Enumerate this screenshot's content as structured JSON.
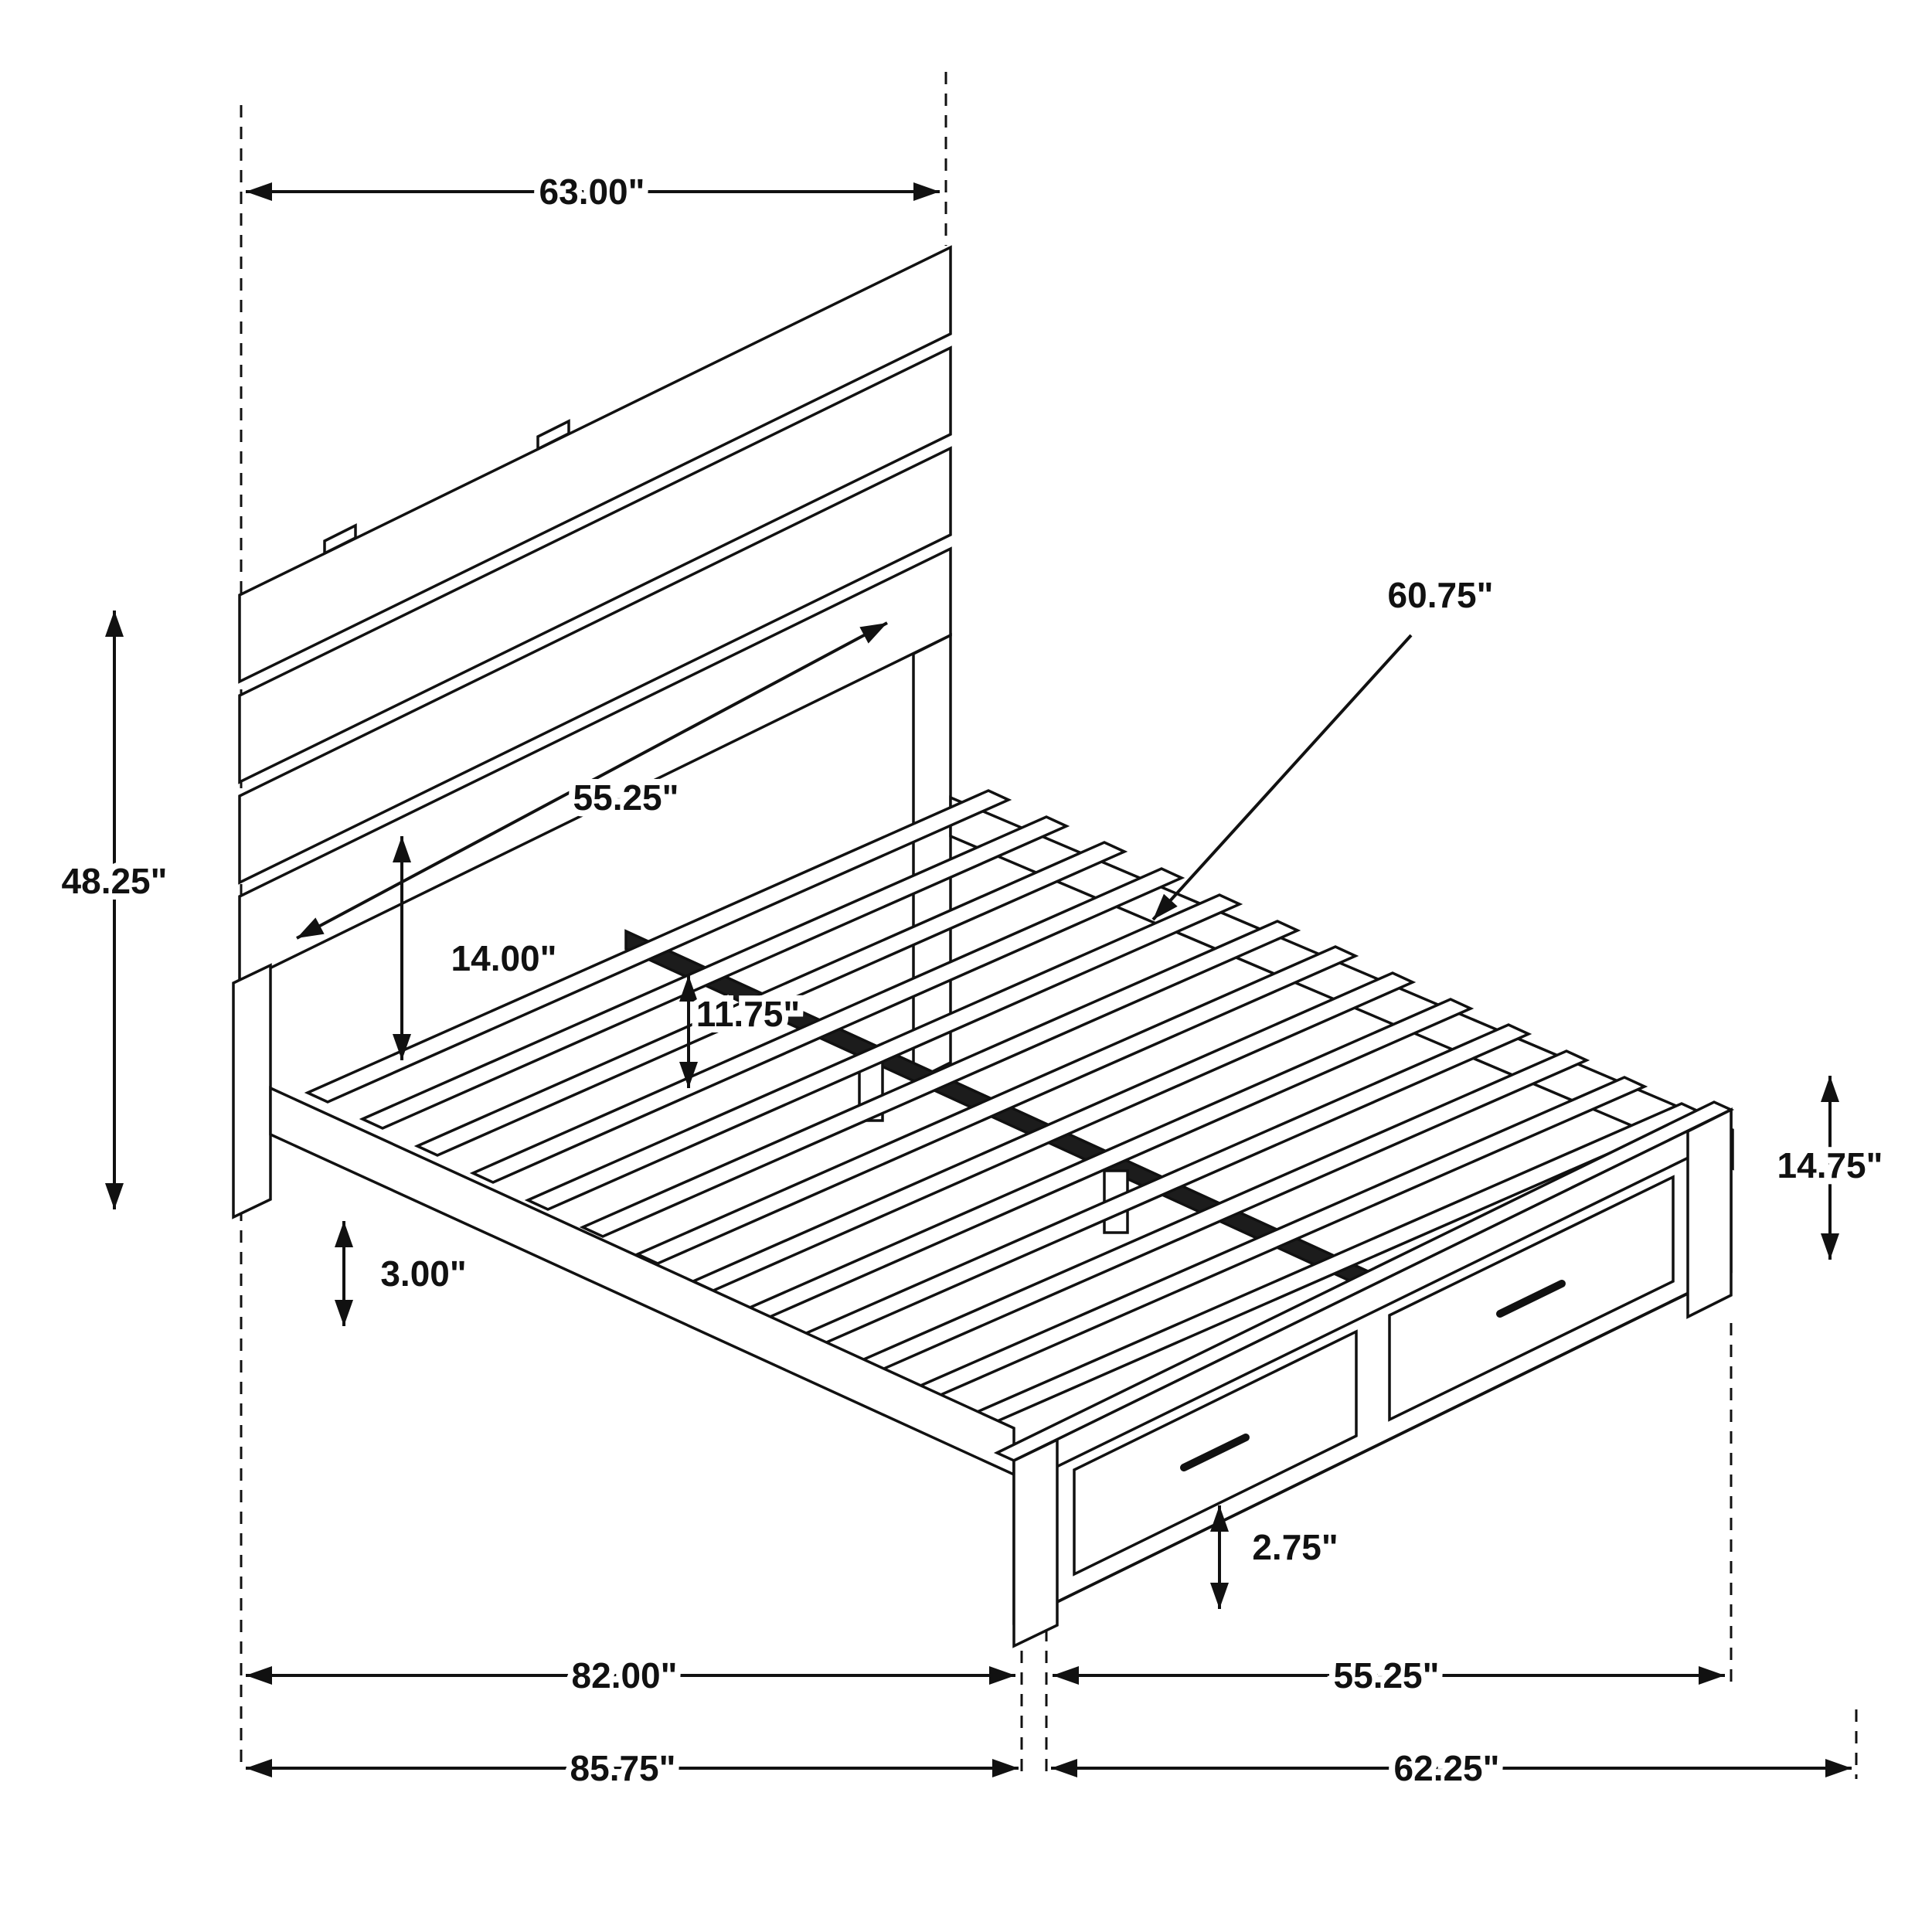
{
  "diagram": {
    "type": "furniture-dimension-line-drawing",
    "subject": "storage platform bed with slatted headboard and two footboard drawers, isometric view",
    "unit": "inches",
    "line_color": "#111111",
    "background_color": "#ffffff",
    "labels": {
      "dim_headboard_width": "63.00\"",
      "dim_headboard_height": "48.25\"",
      "dim_headboard_panel_width": "55.25\"",
      "dim_slat_length": "60.75\"",
      "dim_panel_bottom_height": "14.00\"",
      "dim_slat_height": "11.75\"",
      "dim_rail_clearance": "3.00\"",
      "dim_footboard_height": "14.75\"",
      "dim_drawer_clearance": "2.75\"",
      "dim_frame_length": "82.00\"",
      "dim_footboard_width": "55.25\"",
      "dim_overall_length": "85.75\"",
      "dim_overall_width": "62.25\""
    }
  }
}
